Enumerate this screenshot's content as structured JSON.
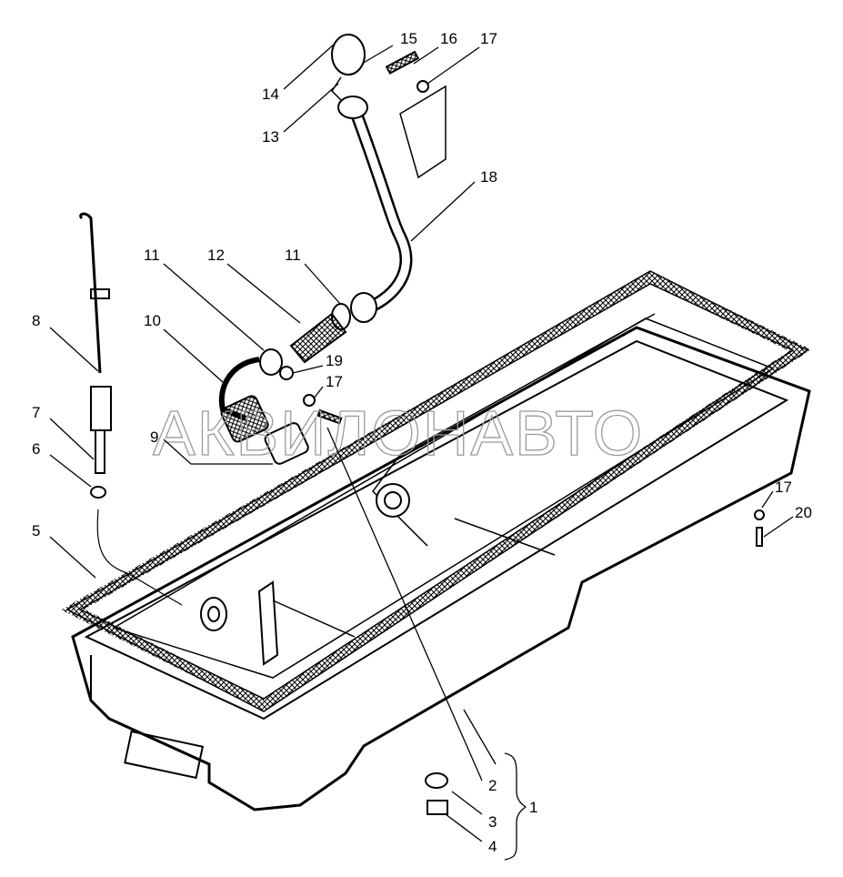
{
  "watermark": "АКВИЛОНАВТО",
  "callouts": {
    "c15": "15",
    "c16": "16",
    "c17a": "17",
    "c14": "14",
    "c13": "13",
    "c18": "18",
    "c11a": "11",
    "c12": "12",
    "c11b": "11",
    "c10": "10",
    "c8": "8",
    "c19": "19",
    "c17b": "17",
    "c7": "7",
    "c9": "9",
    "c6": "6",
    "c5": "5",
    "c17c": "17",
    "c20": "20",
    "c2": "2",
    "c3": "3",
    "c1": "1",
    "c4": "4"
  }
}
